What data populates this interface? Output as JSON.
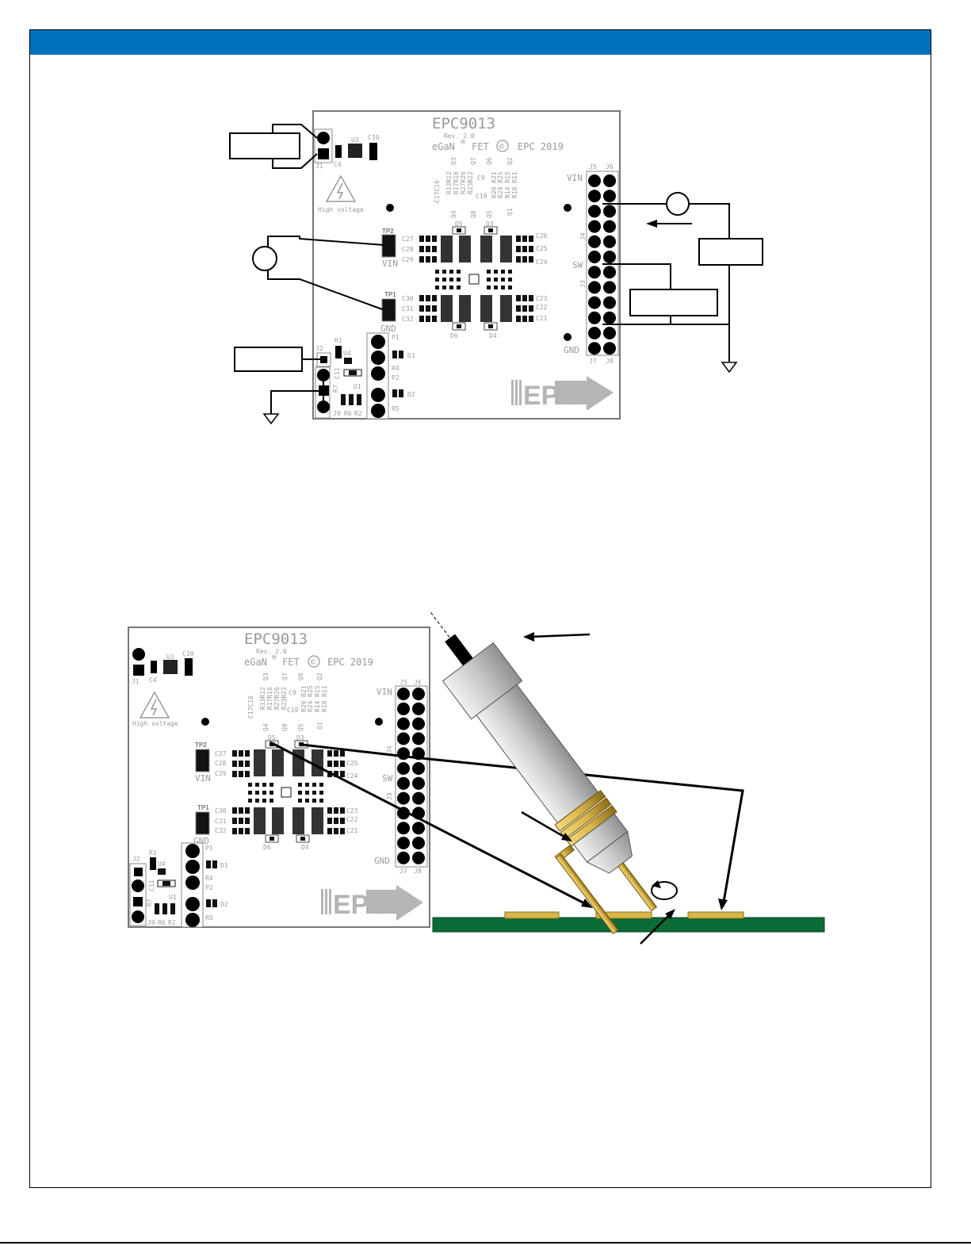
{
  "colors": {
    "header_blue": "#0072bc",
    "silkscreen": "#9a9a9a",
    "pcb_green": "#0b6b36",
    "gold": "#d9b64a",
    "probe_body": "#c8c8c8"
  },
  "board": {
    "part": "EPC9013",
    "rev": "Rev. 2.0",
    "egan": "eGaN",
    "reg": "®",
    "fet": "FET",
    "copy": "©",
    "epc_year": "EPC 2019",
    "logo": "EPC",
    "hv": "High voltage",
    "vin": "VIN",
    "sw": "SW",
    "gnd": "GND",
    "tp1": "TP1",
    "tp2": "TP2",
    "j1": "J1",
    "j2": "J2",
    "j3": "J3",
    "j4": "J4",
    "j5": "J5",
    "j6": "J6",
    "j7": "J7",
    "j8": "J8",
    "j9": "J9",
    "p1": "P1",
    "p2": "P2",
    "u1": "U1",
    "u3": "U3",
    "u4": "U4",
    "c4": "C4",
    "c10": "C10",
    "c11": "C11",
    "c21": "C21",
    "c22": "C22",
    "c23": "C23",
    "c24": "C24",
    "c25": "C25",
    "c26": "C26",
    "c27": "C27",
    "c28": "C28",
    "c29": "C29",
    "c30": "C30",
    "c31": "C31",
    "c32": "C32",
    "d1": "D1",
    "d2": "D2",
    "d3": "D3",
    "d4": "D4",
    "d5": "D5",
    "d6": "D6",
    "q1": "Q1",
    "q2": "Q2",
    "q3": "Q3",
    "q4": "Q4",
    "q5": "Q5",
    "q6": "Q6",
    "q7": "Q7",
    "q8": "Q8",
    "r1": "R1",
    "r2": "R2",
    "r4": "R4",
    "r5": "R5",
    "r6": "R6",
    "r7": "R7",
    "c16": "C17C16",
    "rcol1a": "R13R12",
    "rcol1b": "R17R16",
    "rcol1c": "R27R26",
    "rcol1d": "R23R22",
    "c9": "C9",
    "c19": "C19",
    "rcol2a": "R20 R21",
    "rcol2b": "R24 R25",
    "rcol2c": "R14 R15",
    "rcol2d": "R10 R11"
  }
}
